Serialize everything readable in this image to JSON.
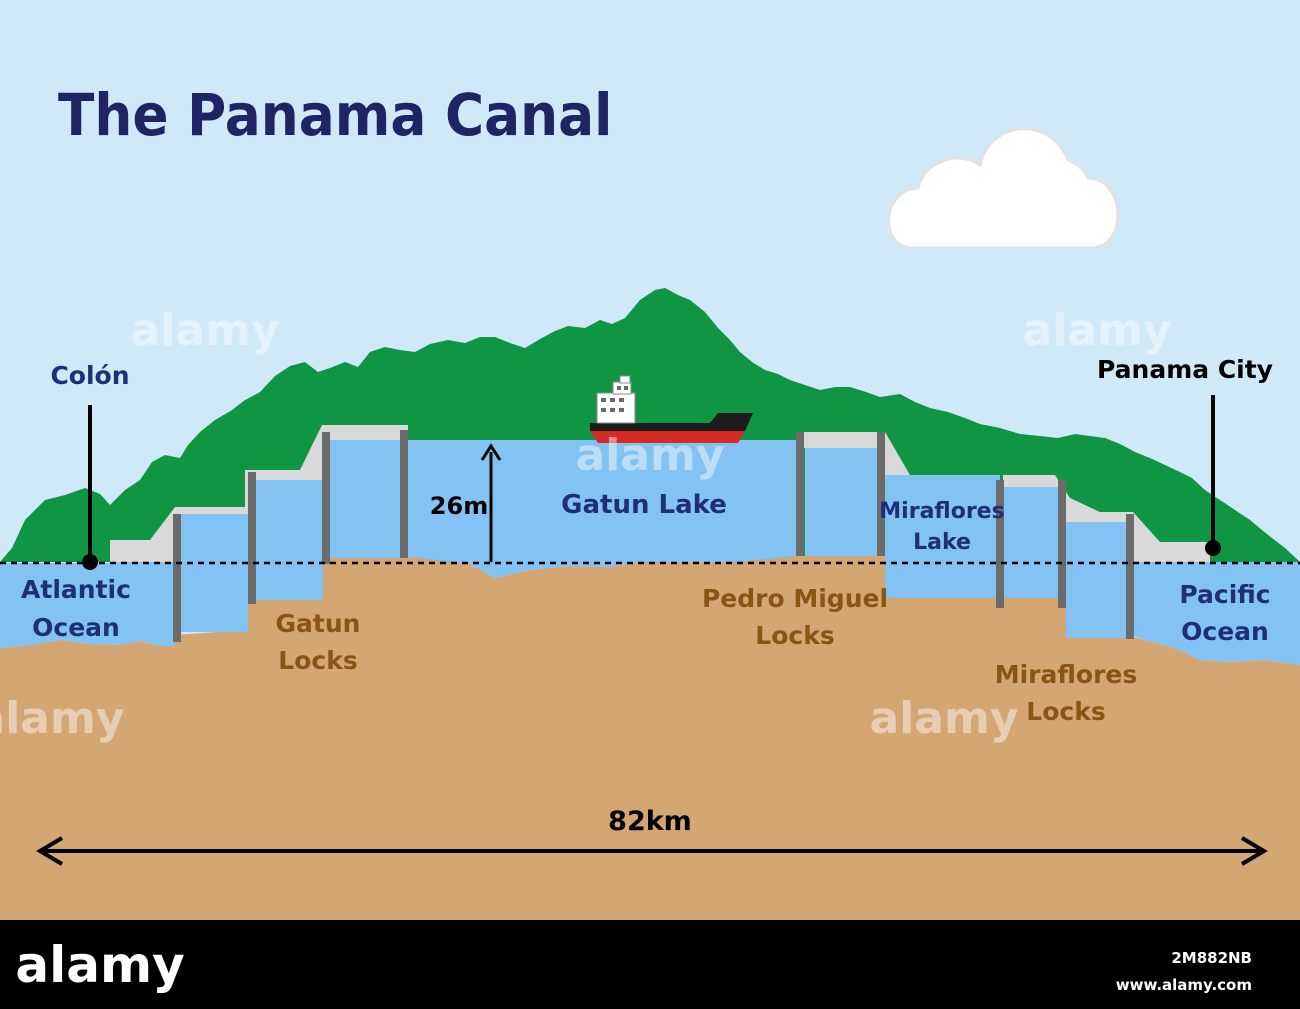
{
  "title": "The Panama Canal",
  "labels": {
    "colon": "Colón",
    "panama_city": "Panama City",
    "atlantic_1": "Atlantic",
    "atlantic_2": "Ocean",
    "pacific_1": "Pacific",
    "pacific_2": "Ocean",
    "gatun_lake": "Gatun Lake",
    "height": "26m",
    "miraflores_lake_1": "Miraflores",
    "miraflores_lake_2": "Lake",
    "gatun_locks_1": "Gatun",
    "gatun_locks_2": "Locks",
    "pedro_miguel_1": "Pedro Miguel",
    "pedro_miguel_2": "Locks",
    "miraflores_locks_1": "Miraflores",
    "miraflores_locks_2": "Locks",
    "length": "82km"
  },
  "watermark": {
    "brand": "alamy",
    "image_id": "2M882NB",
    "url": "www.alamy.com"
  },
  "colors": {
    "sky": "#cfe9f9",
    "hill": "#0f9543",
    "water": "#82c3f4",
    "concrete": "#d9d9d9",
    "ground": "#d4a674",
    "gate": "#6b6b6b",
    "title": "#1e2464",
    "lake_text": "#1e2e78",
    "locks_text": "#8a5412",
    "black": "#000000"
  }
}
